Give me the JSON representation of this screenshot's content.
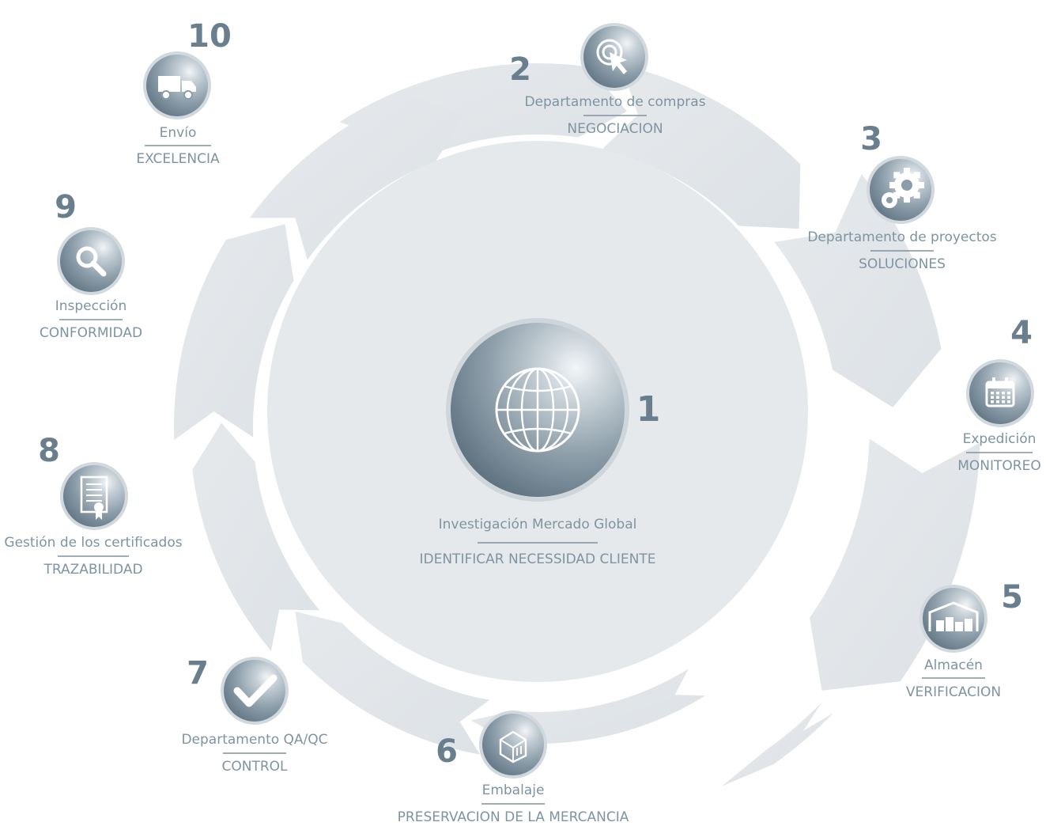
{
  "center": {
    "number": "1",
    "title": "Investigación Mercado Global",
    "subtitle": "IDENTIFICAR NECESSIDAD CLIENTE",
    "icon": "globe-icon"
  },
  "steps": [
    {
      "number": "2",
      "title": "Departamento de compras",
      "subtitle": "NEGOCIACION",
      "icon": "cursor-click-icon"
    },
    {
      "number": "3",
      "title": "Departamento de proyectos",
      "subtitle": "SOLUCIONES",
      "icon": "gears-icon"
    },
    {
      "number": "4",
      "title": "Expedición",
      "subtitle": "MONITOREO",
      "icon": "calendar-icon"
    },
    {
      "number": "5",
      "title": "Almacén",
      "subtitle": "VERIFICACION",
      "icon": "warehouse-icon"
    },
    {
      "number": "6",
      "title": "Embalaje",
      "subtitle": "PRESERVACION DE LA MERCANCIA",
      "icon": "package-icon"
    },
    {
      "number": "7",
      "title": "Departamento QA/QC",
      "subtitle": "CONTROL",
      "icon": "checkmark-icon"
    },
    {
      "number": "8",
      "title": "Gestión de los certificados",
      "subtitle": "TRAZABILIDAD",
      "icon": "certificate-icon"
    },
    {
      "number": "9",
      "title": "Inspección",
      "subtitle": "CONFORMIDAD",
      "icon": "magnifier-icon"
    },
    {
      "number": "10",
      "title": "Envío",
      "subtitle": "EXCELENCIA",
      "icon": "truck-icon"
    }
  ],
  "colors": {
    "number": "#6a7f8e",
    "label": "#7e94a2",
    "ring": "#e3e7ea",
    "disc": "#e6e9eb",
    "orb_light": "#e8ecef",
    "orb_dark": "#627584"
  }
}
